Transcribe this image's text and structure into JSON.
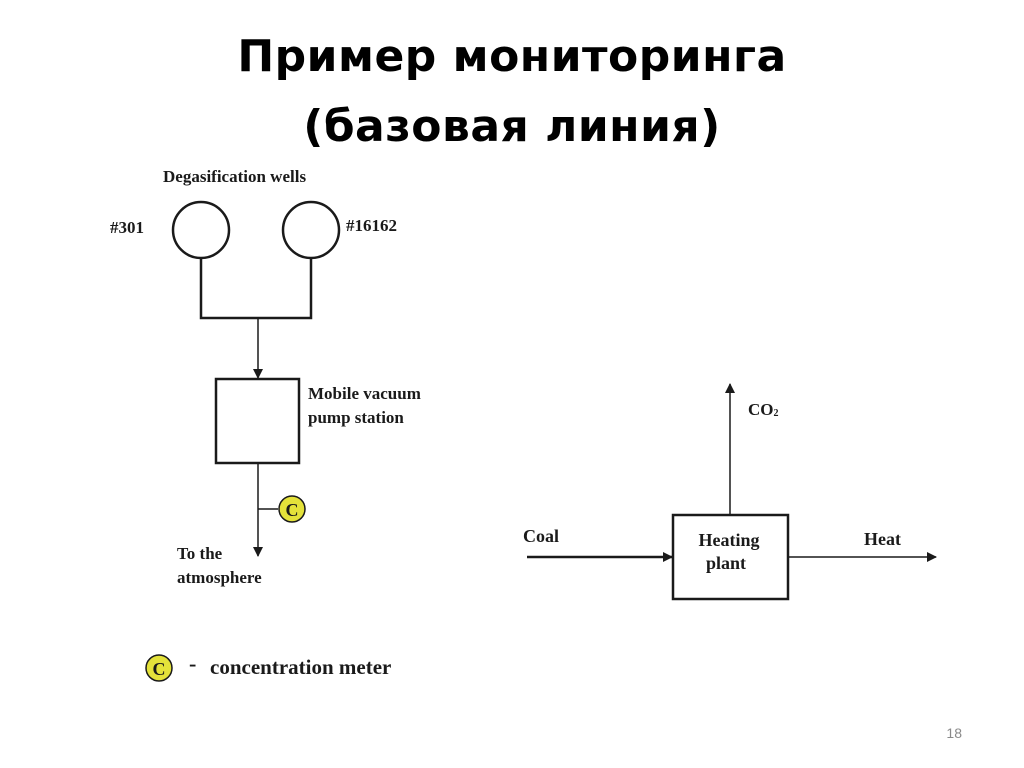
{
  "title": {
    "line1": "Пример мониторинга",
    "line2": "(базовая линия)"
  },
  "left_diagram": {
    "wells_label": "Degasification wells",
    "well_left_id": "#301",
    "well_right_id": "#16162",
    "pump_label_line1": "Mobile vacuum",
    "pump_label_line2": "pump station",
    "meter_letter": "C",
    "outlet_line1": "To the",
    "outlet_line2": "atmosphere"
  },
  "right_diagram": {
    "emission_label": "CO",
    "emission_subscript": "2",
    "input_label": "Coal",
    "plant_line1": "Heating",
    "plant_line2": "plant",
    "output_label": "Heat"
  },
  "legend": {
    "symbol_letter": "C",
    "dash": "-",
    "text": "concentration meter"
  },
  "colors": {
    "meter_fill": "#e4e23a",
    "line": "#1a1a1a"
  },
  "page_number": "18"
}
